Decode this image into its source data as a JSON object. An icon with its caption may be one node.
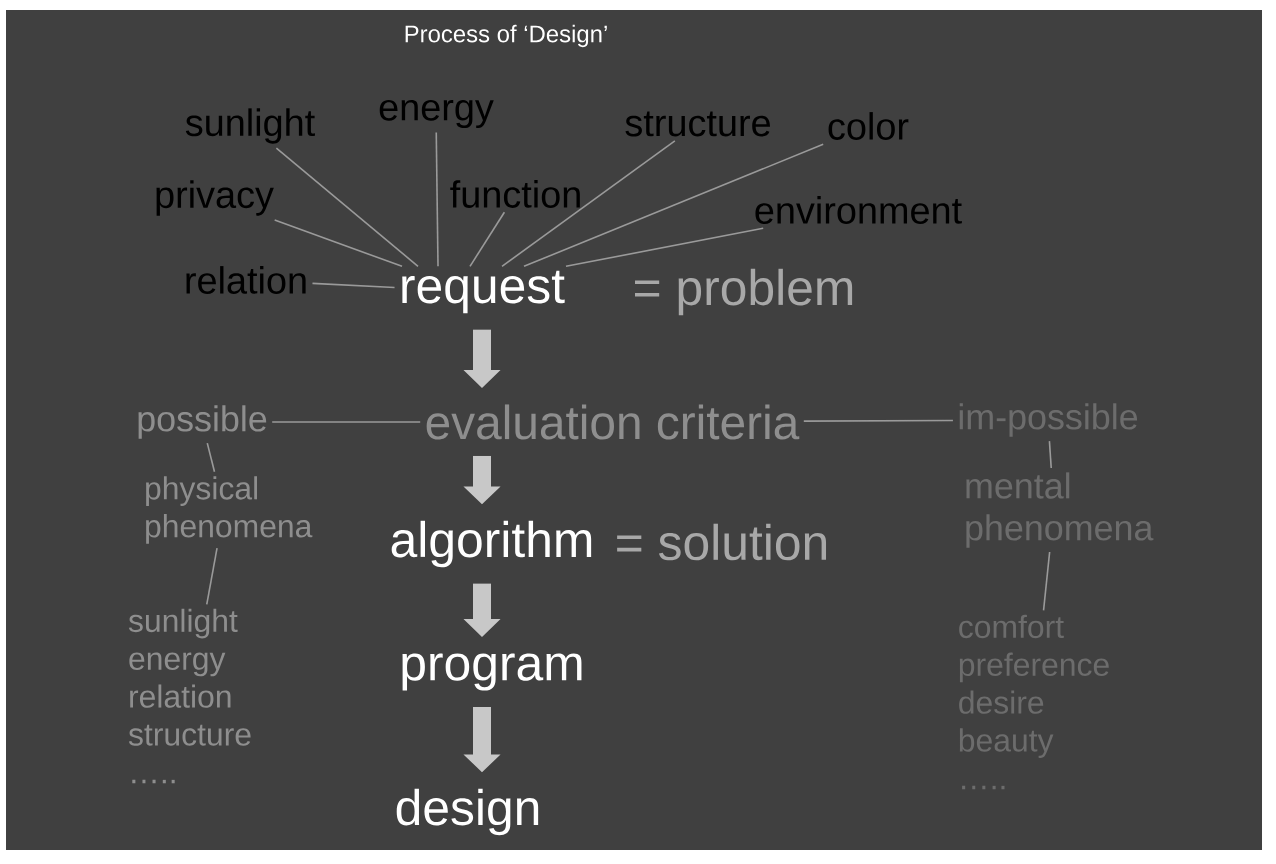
{
  "diagram": {
    "title": "Process of ‘Design’",
    "nodes": [
      {
        "text": [
          "request"
        ]
      },
      {
        "text": [
          "sunlight"
        ]
      },
      {
        "text": [
          "energy"
        ]
      },
      {
        "text": [
          "structure"
        ]
      },
      {
        "text": [
          "color"
        ]
      },
      {
        "text": [
          "privacy"
        ]
      },
      {
        "text": [
          "function"
        ]
      },
      {
        "text": [
          "environment"
        ]
      },
      {
        "text": [
          "relation"
        ]
      },
      {
        "text": [
          "evaluation criteria"
        ]
      },
      {
        "text": [
          "algorithm"
        ]
      },
      {
        "text": [
          "program"
        ]
      },
      {
        "text": [
          "design"
        ]
      },
      {
        "text": [
          "possible"
        ]
      },
      {
        "text": [
          "physical phenomena"
        ]
      },
      {
        "text": [
          "sunlight",
          "energy",
          "relation",
          "structure",
          "….."
        ]
      },
      {
        "text": [
          "im-possible"
        ]
      },
      {
        "text": [
          "mental phenomena"
        ]
      },
      {
        "text": [
          "comfort",
          "preference",
          "desire",
          "beauty",
          "….."
        ]
      }
    ],
    "edges": [
      {
        "from": 1,
        "to": 0,
        "arrow": "none"
      },
      {
        "from": 2,
        "to": 0,
        "arrow": "none"
      },
      {
        "from": 3,
        "to": 0,
        "arrow": "none"
      },
      {
        "from": 4,
        "to": 0,
        "arrow": "none"
      },
      {
        "from": 5,
        "to": 0,
        "arrow": "none"
      },
      {
        "from": 6,
        "to": 0,
        "arrow": "none"
      },
      {
        "from": 7,
        "to": 0,
        "arrow": "none"
      },
      {
        "from": 8,
        "to": 0,
        "arrow": "none"
      },
      {
        "from": 0,
        "to": 9,
        "arrow": "to",
        "style": "thick"
      },
      {
        "from": 9,
        "to": 10,
        "arrow": "to",
        "style": "thick"
      },
      {
        "from": 10,
        "to": 11,
        "arrow": "to",
        "style": "thick"
      },
      {
        "from": 11,
        "to": 12,
        "arrow": "to",
        "style": "thick"
      },
      {
        "from": 13,
        "to": 9,
        "arrow": "none"
      },
      {
        "from": 9,
        "to": 16,
        "arrow": "none"
      },
      {
        "from": 13,
        "to": 14,
        "arrow": "none"
      },
      {
        "from": 14,
        "to": 15,
        "arrow": "none"
      },
      {
        "from": 16,
        "to": 17,
        "arrow": "none"
      },
      {
        "from": 17,
        "to": 18,
        "arrow": "none"
      }
    ],
    "labels": [
      "= problem",
      "= solution"
    ]
  }
}
